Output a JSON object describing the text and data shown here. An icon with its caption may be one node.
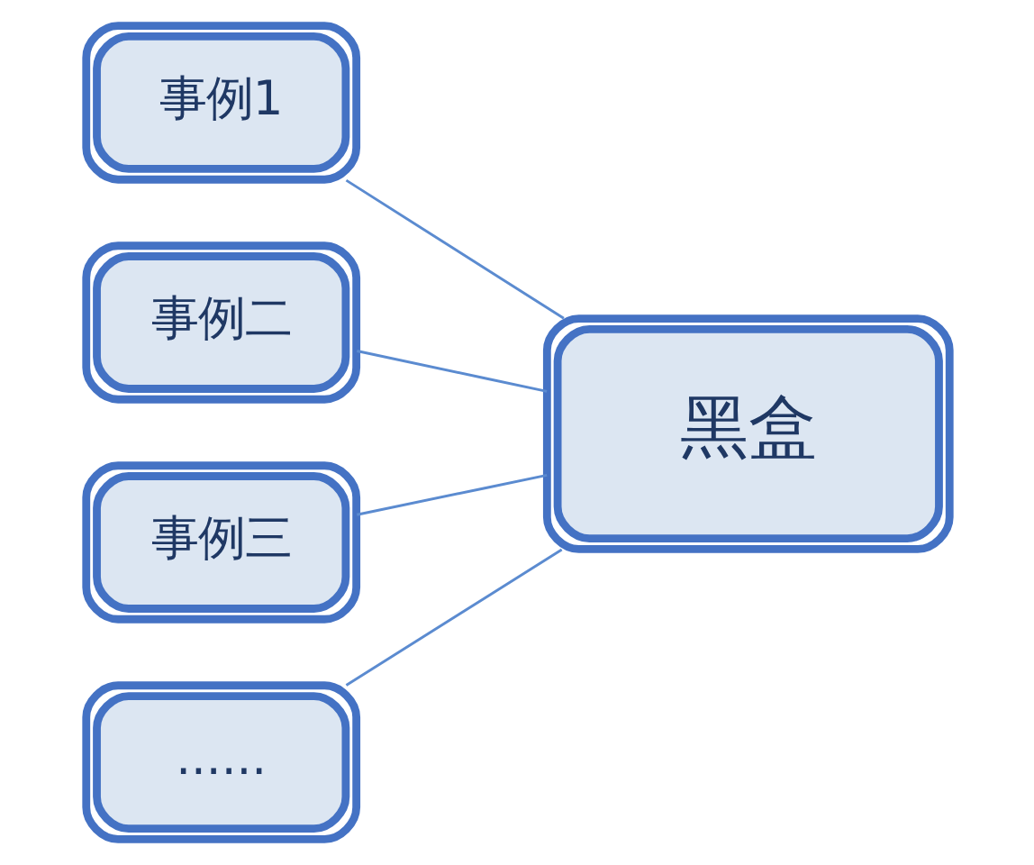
{
  "diagram": {
    "nodes": [
      {
        "text": [
          "事例1"
        ]
      },
      {
        "text": [
          "事例二"
        ]
      },
      {
        "text": [
          "事例三"
        ]
      },
      {
        "text": [
          "......"
        ]
      },
      {
        "text": [
          "黑盒"
        ]
      }
    ],
    "edges": [
      {
        "from": 0,
        "to": 4,
        "arrow": "none"
      },
      {
        "from": 1,
        "to": 4,
        "arrow": "none"
      },
      {
        "from": 2,
        "to": 4,
        "arrow": "none"
      },
      {
        "from": 3,
        "to": 4,
        "arrow": "none"
      }
    ]
  }
}
